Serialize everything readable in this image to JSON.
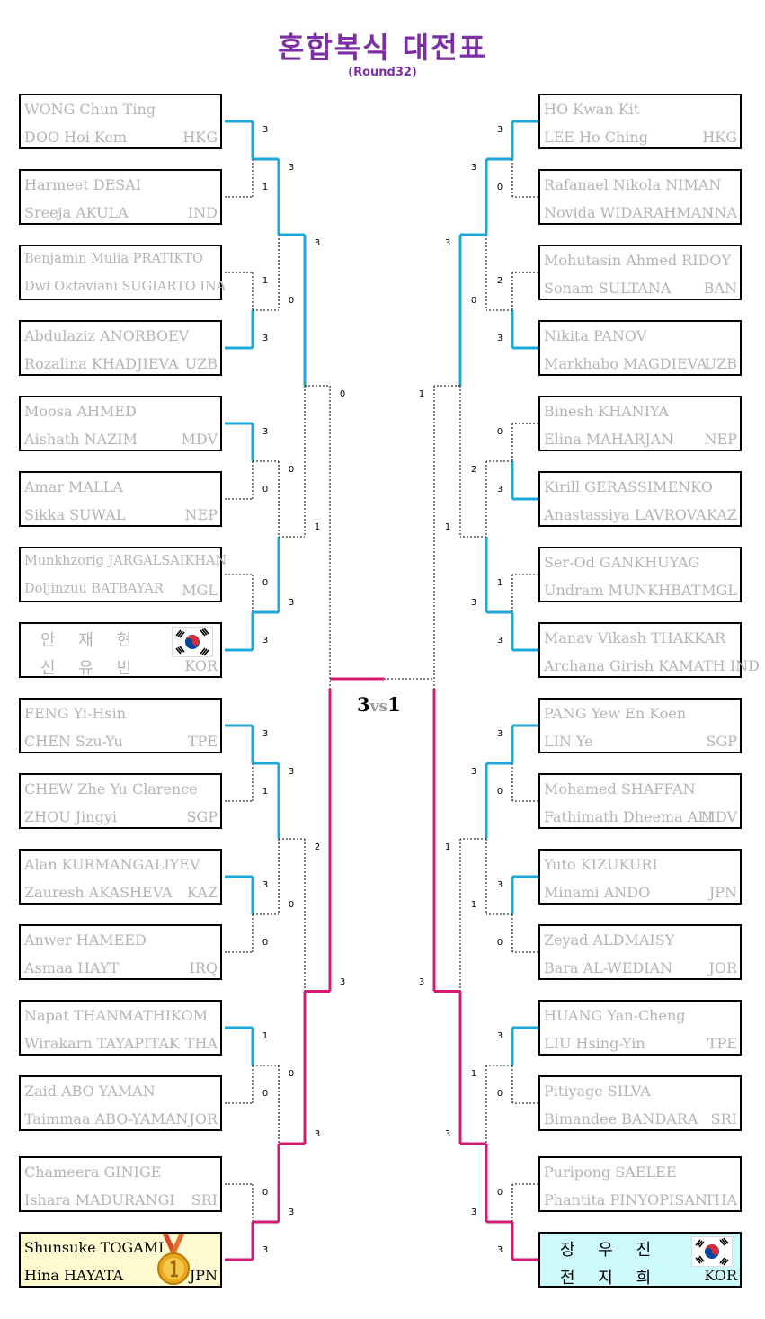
{
  "title": "혼합복식 대전표",
  "subtitle": "(Round32)",
  "final_result": {
    "left": "3",
    "vs": "vs",
    "right": "1"
  },
  "left_entries": [
    {
      "p1": "WONG Chun Ting",
      "p2": "DOO Hoi Kem",
      "country": "HKG"
    },
    {
      "p1": "Harmeet DESAI",
      "p2": "Sreeja AKULA",
      "country": "IND"
    },
    {
      "p1": "Benjamin Mulia PRATIKTO",
      "p2": "Dwi Oktaviani SUGIARTO INA",
      "country": "",
      "small": true
    },
    {
      "p1": "Abdulaziz ANORBOEV",
      "p2": "Rozalina KHADJIEVA",
      "country": "UZB"
    },
    {
      "p1": "Moosa AHMED",
      "p2": "Aishath NAZIM",
      "country": "MDV"
    },
    {
      "p1": "Amar MALLA",
      "p2": "Sikka SUWAL",
      "country": "NEP"
    },
    {
      "p1": "Munkhzorig JARGALSAIKHAN",
      "p2": "Doljinzuu BATBAYAR",
      "country": "MGL",
      "small": true
    },
    {
      "p1": "안 재 현",
      "p2": "신 유 빈",
      "country": "KOR",
      "korean": true
    },
    {
      "p1": "FENG Yi-Hsin",
      "p2": "CHEN Szu-Yu",
      "country": "TPE"
    },
    {
      "p1": "CHEW Zhe Yu Clarence",
      "p2": "ZHOU Jingyi",
      "country": "SGP"
    },
    {
      "p1": "Alan KURMANGALIYEV",
      "p2": "Zauresh AKASHEVA",
      "country": "KAZ"
    },
    {
      "p1": "Anwer HAMEED",
      "p2": "Asmaa HAYT",
      "country": "IRQ"
    },
    {
      "p1": "Napat THANMATHIKOM",
      "p2": "Wirakarn TAYAPITAK",
      "country": "THA"
    },
    {
      "p1": "Zaid ABO YAMAN",
      "p2": "Taimmaa ABO-YAMAN",
      "country": "JOR"
    },
    {
      "p1": "Chameera GINIGE",
      "p2": "Ishara MADURANGI",
      "country": "SRI"
    },
    {
      "p1": "Shunsuke TOGAMI",
      "p2": "Hina HAYATA",
      "country": "JPN",
      "champion": true
    }
  ],
  "right_entries": [
    {
      "p1": "HO Kwan Kit",
      "p2": "LEE Ho Ching",
      "country": "HKG"
    },
    {
      "p1": "Rafanael Nikola NIMAN",
      "p2": "Novida WIDARAHMAN",
      "country": "INA"
    },
    {
      "p1": "Mohutasin Ahmed RIDOY",
      "p2": "Sonam SULTANA",
      "country": "BAN"
    },
    {
      "p1": "Nikita PANOV",
      "p2": "Markhabo MAGDIEVA",
      "country": "UZB"
    },
    {
      "p1": "Binesh KHANIYA",
      "p2": "Elina MAHARJAN",
      "country": "NEP"
    },
    {
      "p1": "Kirill GERASSIMENKO",
      "p2": "Anastassiya LAVROVA",
      "country": "KAZ"
    },
    {
      "p1": "Ser-Od GANKHUYAG",
      "p2": "Undram MUNKHBAT",
      "country": "MGL"
    },
    {
      "p1": "Manav Vikash THAKKAR",
      "p2": "Archana Girish KAMATH IND",
      "country": ""
    },
    {
      "p1": "PANG Yew En Koen",
      "p2": "LIN Ye",
      "country": "SGP"
    },
    {
      "p1": "Mohamed SHAFFAN",
      "p2": "Fathimath Dheema ALI",
      "country": "MDV"
    },
    {
      "p1": "Yuto KIZUKURI",
      "p2": "Minami ANDO",
      "country": "JPN"
    },
    {
      "p1": "Zeyad ALDMAISY",
      "p2": "Bara AL-WEDIAN",
      "country": "JOR"
    },
    {
      "p1": "HUANG Yan-Cheng",
      "p2": "LIU Hsing-Yin",
      "country": "TPE"
    },
    {
      "p1": "Pitiyage SILVA",
      "p2": "Bimandee BANDARA",
      "country": "SRI"
    },
    {
      "p1": "Puripong SAELEE",
      "p2": "Phantita PINYOPISAN",
      "country": "THA"
    },
    {
      "p1": "장 우 진",
      "p2": "전 지 희",
      "country": "KOR",
      "korean": true,
      "runner_up": true
    }
  ],
  "left_scores": {
    "r1": [
      [
        "3",
        "1"
      ],
      [
        "1",
        "3"
      ],
      [
        "3",
        "0"
      ],
      [
        "0",
        "3"
      ],
      [
        "3",
        "1"
      ],
      [
        "3",
        "0"
      ],
      [
        "1",
        "0"
      ],
      [
        "0",
        "3"
      ]
    ],
    "r2": [
      [
        "3",
        "0"
      ],
      [
        "0",
        "3"
      ],
      [
        "3",
        "0"
      ],
      [
        "0",
        "3"
      ]
    ],
    "r3": [
      [
        "3",
        "1"
      ],
      [
        "2",
        "3"
      ]
    ],
    "sf": [
      "0",
      "3"
    ]
  },
  "right_scores": {
    "r1": [
      [
        "3",
        "0"
      ],
      [
        "2",
        "3"
      ],
      [
        "0",
        "3"
      ],
      [
        "1",
        "3"
      ],
      [
        "3",
        "0"
      ],
      [
        "3",
        "0"
      ],
      [
        "3",
        "0"
      ],
      [
        "0",
        "3"
      ]
    ],
    "r2": [
      [
        "3",
        "0"
      ],
      [
        "2",
        "3"
      ],
      [
        "3",
        "1"
      ],
      [
        "1",
        "3"
      ]
    ],
    "r3": [
      [
        "3",
        "1"
      ],
      [
        "1",
        "3"
      ]
    ],
    "sf": [
      "1",
      "3"
    ]
  },
  "colors": {
    "winner_path": "#1ea8d8",
    "final_path": "#d41a73",
    "loser_path": "#000000",
    "title": "#7b2fa3"
  },
  "icons": {
    "korea_flag": "korea-flag-icon",
    "gold_medal": "gold-medal-icon"
  }
}
